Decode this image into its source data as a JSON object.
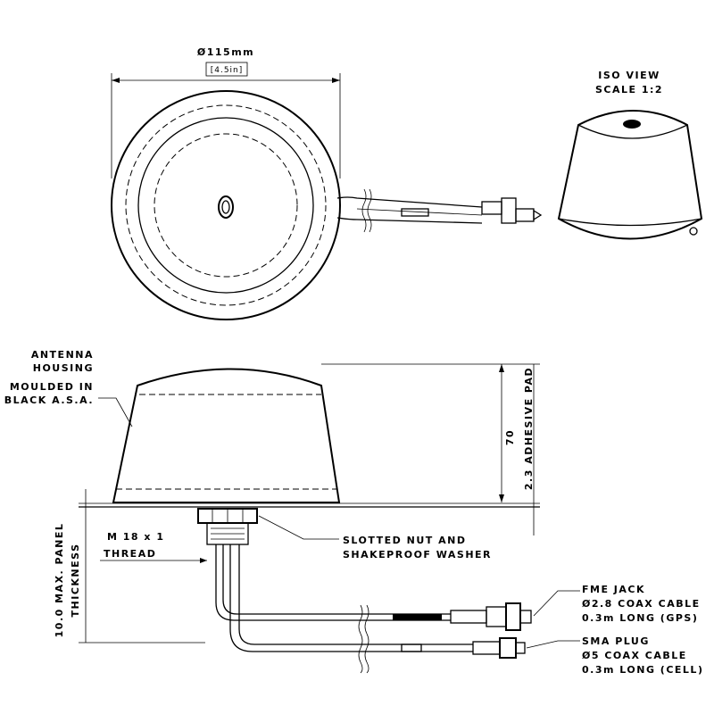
{
  "dimensions": {
    "diameter": "Ø115mm",
    "diameter_inch": "[4.5in]",
    "height": "70",
    "pad": "2.3 ADHESIVE PAD",
    "panel": "10.0 MAX. PANEL",
    "panel_2": "THICKNESS"
  },
  "iso": {
    "line1": "ISO VIEW",
    "line2": "SCALE 1:2"
  },
  "housing": {
    "line1": "ANTENNA",
    "line2": "HOUSING",
    "line3": "MOULDED IN",
    "line4": "BLACK A.S.A."
  },
  "thread": {
    "line1": "M 18 x 1",
    "line2": "THREAD"
  },
  "nut": {
    "line1": "SLOTTED NUT AND",
    "line2": "SHAKEPROOF WASHER"
  },
  "cable_gps": {
    "line1": "FME JACK",
    "line2": "Ø2.8 COAX CABLE",
    "line3": "0.3m LONG (GPS)"
  },
  "cable_cell": {
    "line1": "SMA PLUG",
    "line2": "Ø5 COAX CABLE",
    "line3": "0.3m LONG (CELL)"
  }
}
